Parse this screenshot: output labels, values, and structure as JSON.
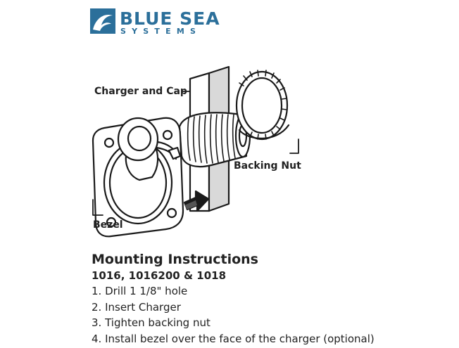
{
  "logo": {
    "line1": "BLUE SEA",
    "line2": "SYSTEMS",
    "brand_color": "#2b6f9a",
    "icon": "wave-icon"
  },
  "callouts": {
    "charger_and_cap": "Charger and Cap",
    "backing_nut": "Backing Nut",
    "bezel": "Bezel"
  },
  "instructions": {
    "title": "Mounting Instructions",
    "models": "1016, 1016200 & 1018",
    "steps": [
      "1. Drill 1 1/8\" hole",
      "2. Insert Charger",
      "3. Tighten backing nut",
      "4. Install bezel over the face of the charger (optional)"
    ]
  }
}
